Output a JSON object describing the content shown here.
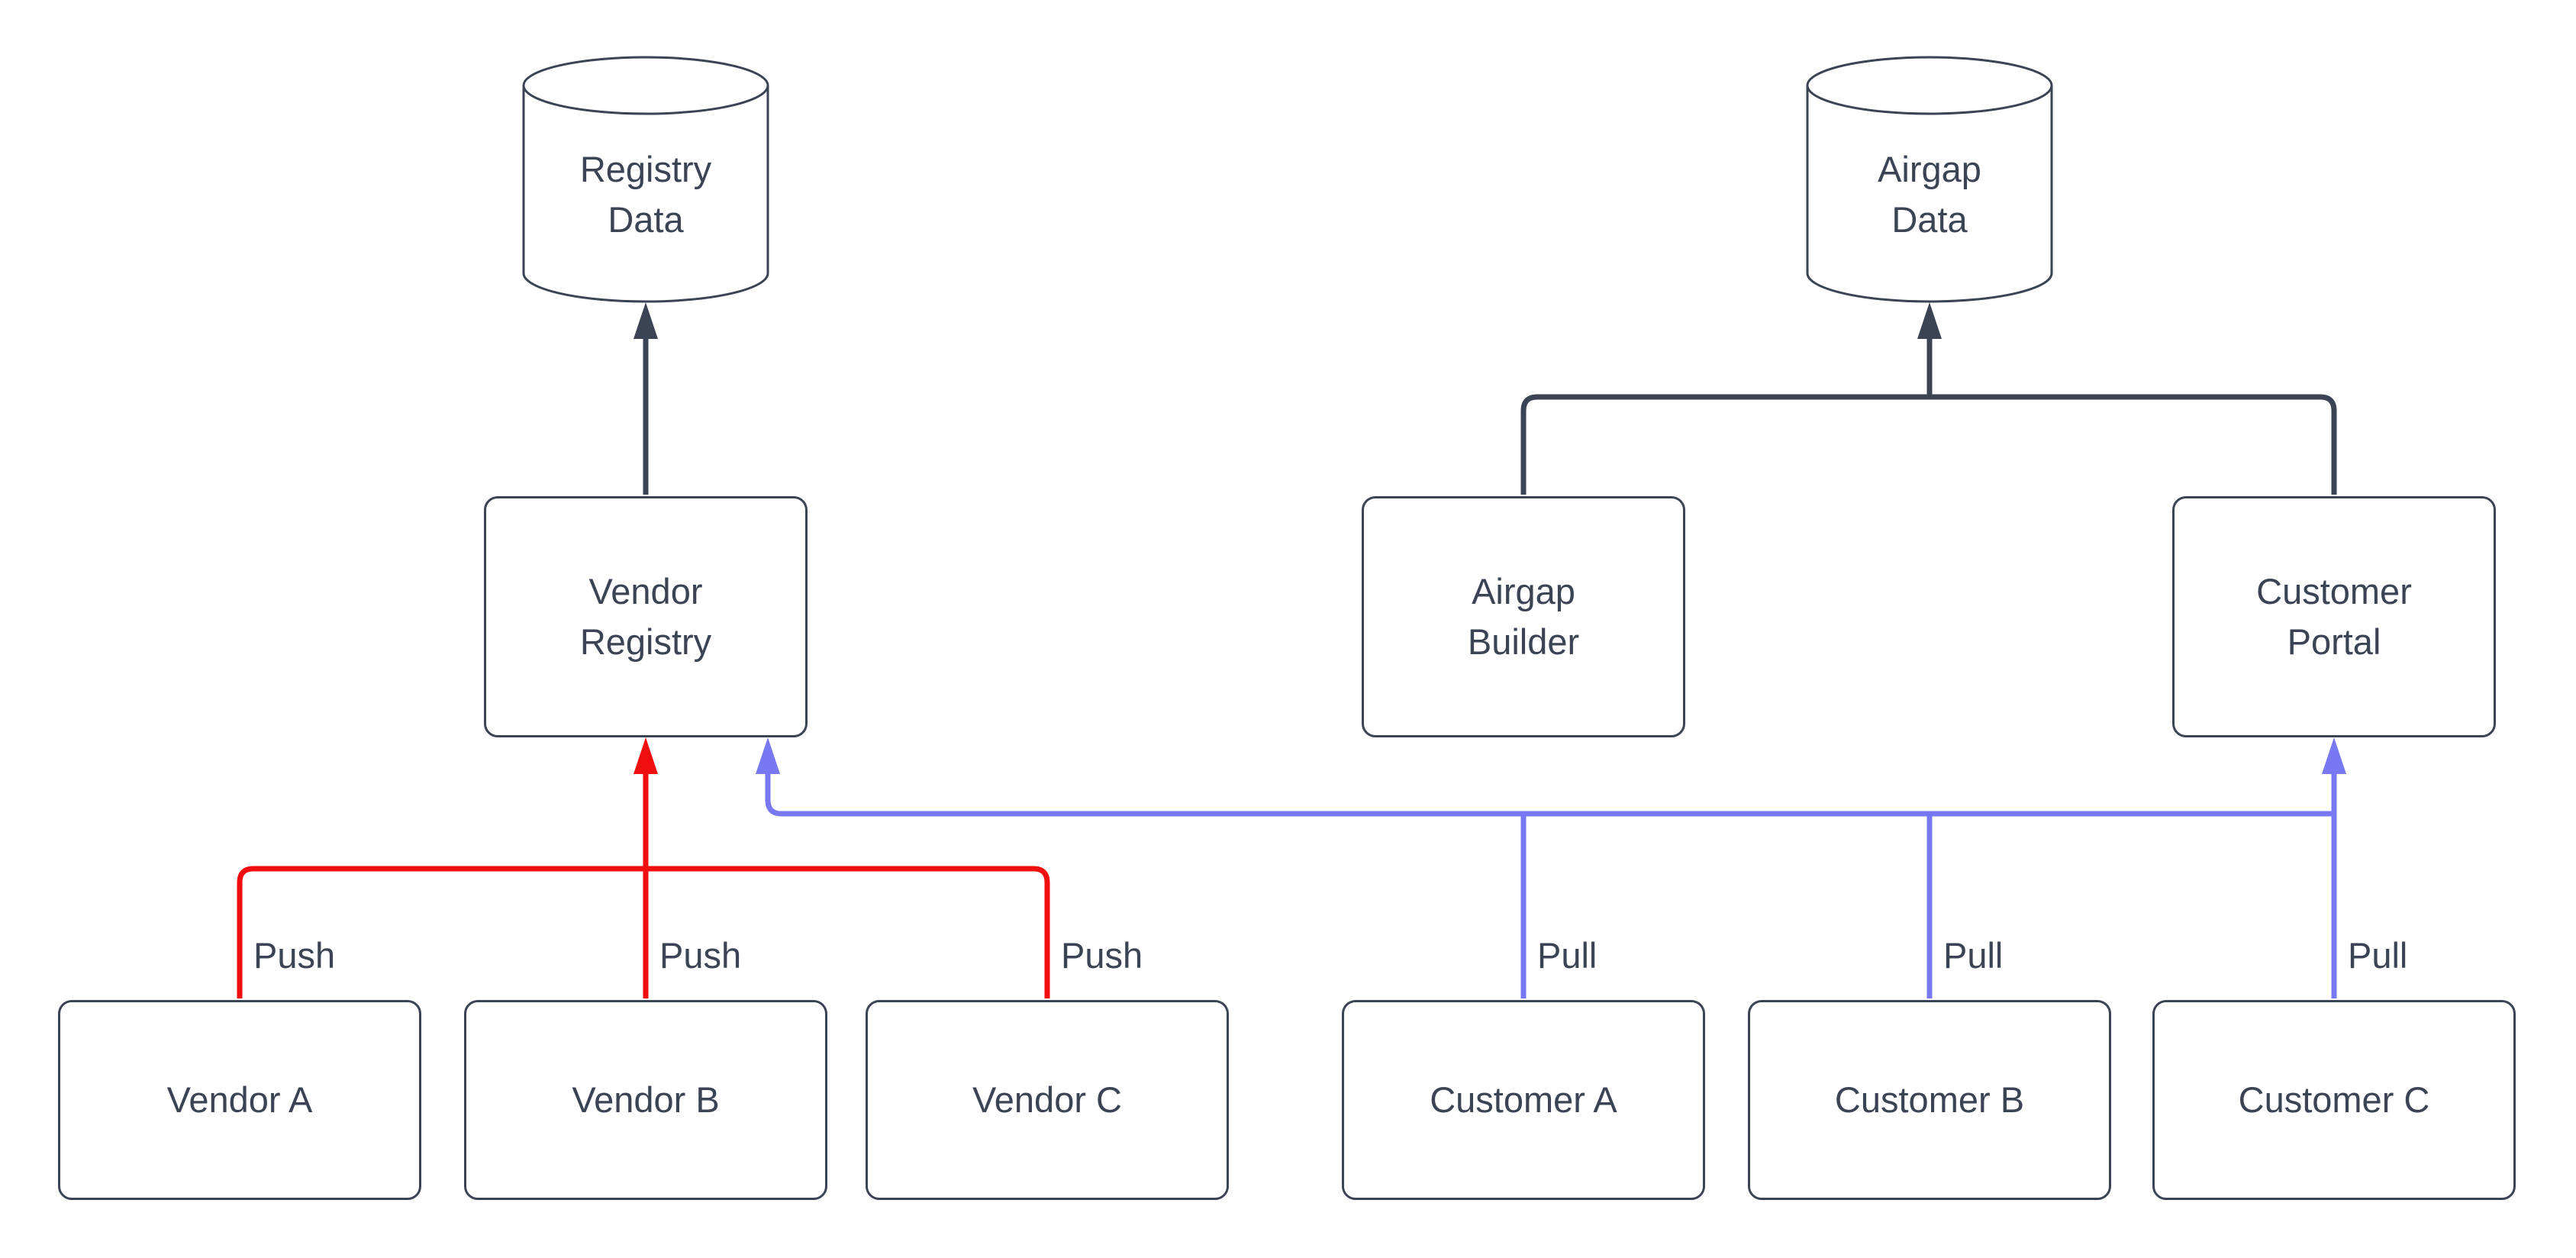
{
  "diagram": {
    "colors": {
      "node_stroke": "#3b4454",
      "text": "#3b4454",
      "node_fill": "#ffffff",
      "storage_edge": "#3b4454",
      "push_edge": "#f10e0e",
      "pull_edge": "#7878f2"
    },
    "datastores": [
      {
        "label_line1": "Registry",
        "label_line2": "Data"
      },
      {
        "label_line1": "Airgap",
        "label_line2": "Data"
      }
    ],
    "services": [
      {
        "label_line1": "Vendor",
        "label_line2": "Registry"
      },
      {
        "label_line1": "Airgap",
        "label_line2": "Builder"
      },
      {
        "label_line1": "Customer",
        "label_line2": "Portal"
      }
    ],
    "vendors": [
      {
        "label": "Vendor A"
      },
      {
        "label": "Vendor B"
      },
      {
        "label": "Vendor C"
      }
    ],
    "customers": [
      {
        "label": "Customer A"
      },
      {
        "label": "Customer B"
      },
      {
        "label": "Customer C"
      }
    ],
    "edge_labels": {
      "push": "Push",
      "pull": "Pull"
    }
  }
}
